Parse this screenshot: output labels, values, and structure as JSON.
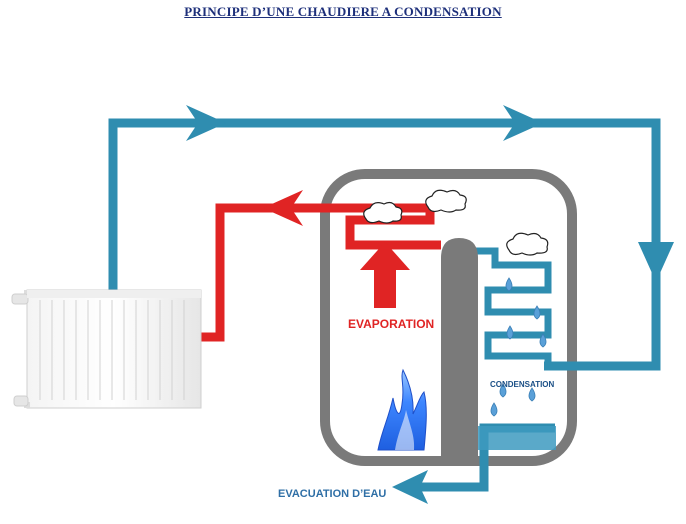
{
  "title": "PRINCIPE D’UNE CHAUDIERE A CONDENSATION",
  "labels": {
    "evaporation": "EVAPORATION",
    "condensation": "CONDENSATION",
    "evacuation": "EVACUATION D’EAU"
  },
  "colors": {
    "cold_pipe": "#2f8db0",
    "hot_pipe": "#e02424",
    "boiler_wall": "#7a7a7a",
    "evaporation_text": "#e02424",
    "evacuation_text": "#2f6fa6",
    "condensation_text": "#1a4f86"
  },
  "icons": [
    "radiator-icon",
    "cloud-icon",
    "water-drop-icon",
    "flame-icon",
    "flow-arrow-icon"
  ]
}
